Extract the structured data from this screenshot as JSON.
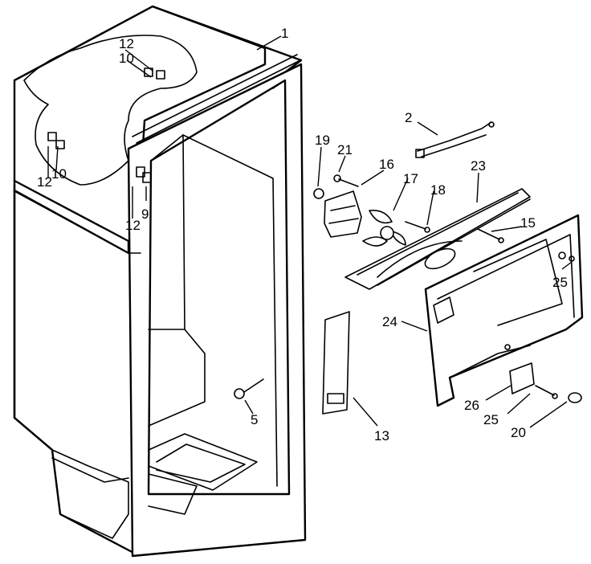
{
  "callouts": {
    "c1": "1",
    "c2": "2",
    "c5": "5",
    "c9": "9",
    "c10a": "10",
    "c10b": "10",
    "c12a": "12",
    "c12b": "12",
    "c12c": "12",
    "c13": "13",
    "c15": "15",
    "c16": "16",
    "c17": "17",
    "c18": "18",
    "c19": "19",
    "c20": "20",
    "c21": "21",
    "c23": "23",
    "c24": "24",
    "c25a": "25",
    "c25b": "25",
    "c26": "26"
  }
}
